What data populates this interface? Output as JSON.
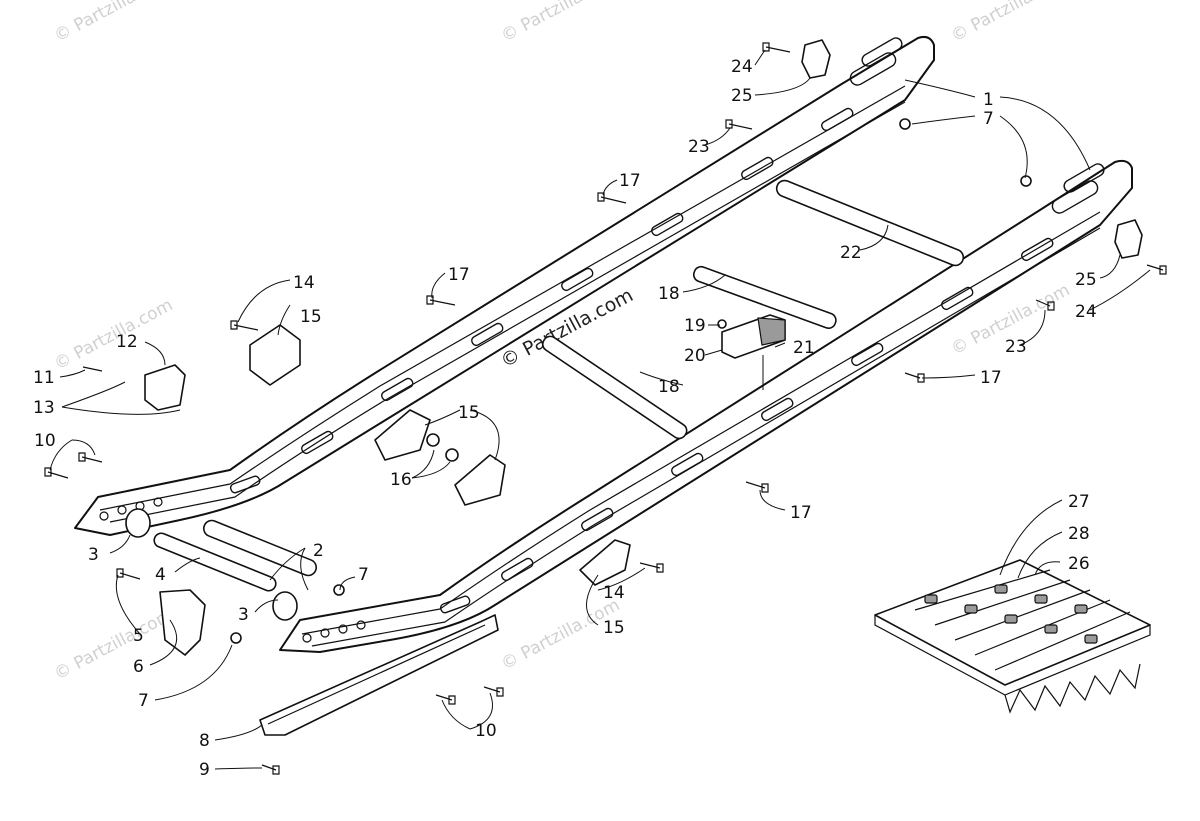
{
  "watermark": {
    "text": "© Partzilla.com"
  },
  "callouts": [
    "1",
    "2",
    "3",
    "3",
    "4",
    "5",
    "6",
    "7",
    "7",
    "7",
    "8",
    "9",
    "10",
    "10",
    "11",
    "12",
    "13",
    "14",
    "14",
    "15",
    "15",
    "15",
    "16",
    "17",
    "17",
    "17",
    "17",
    "18",
    "18",
    "19",
    "20",
    "21",
    "22",
    "23",
    "23",
    "24",
    "24",
    "25",
    "25",
    "26",
    "27",
    "28"
  ]
}
